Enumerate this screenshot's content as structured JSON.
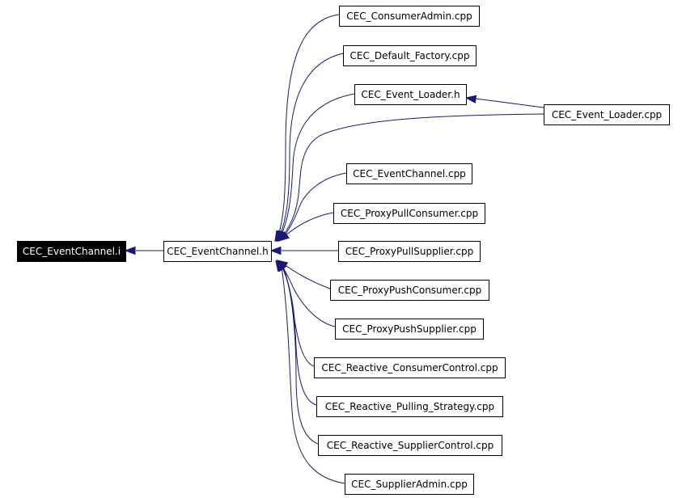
{
  "diagram": {
    "nodes": [
      {
        "id": "ei",
        "label": "CEC_EventChannel.i",
        "style": "filled"
      },
      {
        "id": "eh",
        "label": "CEC_EventChannel.h",
        "style": "normal"
      },
      {
        "id": "n1",
        "label": "CEC_ConsumerAdmin.cpp",
        "style": "normal"
      },
      {
        "id": "n2",
        "label": "CEC_Default_Factory.cpp",
        "style": "normal"
      },
      {
        "id": "n3",
        "label": "CEC_Event_Loader.h",
        "style": "normal"
      },
      {
        "id": "n4",
        "label": "CEC_Event_Loader.cpp",
        "style": "normal"
      },
      {
        "id": "n5",
        "label": "CEC_EventChannel.cpp",
        "style": "normal"
      },
      {
        "id": "n6",
        "label": "CEC_ProxyPullConsumer.cpp",
        "style": "normal"
      },
      {
        "id": "n7",
        "label": "CEC_ProxyPullSupplier.cpp",
        "style": "normal"
      },
      {
        "id": "n8",
        "label": "CEC_ProxyPushConsumer.cpp",
        "style": "normal"
      },
      {
        "id": "n9",
        "label": "CEC_ProxyPushSupplier.cpp",
        "style": "normal"
      },
      {
        "id": "n10",
        "label": "CEC_Reactive_ConsumerControl.cpp",
        "style": "normal"
      },
      {
        "id": "n11",
        "label": "CEC_Reactive_Pulling_Strategy.cpp",
        "style": "normal"
      },
      {
        "id": "n12",
        "label": "CEC_Reactive_SupplierControl.cpp",
        "style": "normal"
      },
      {
        "id": "n13",
        "label": "CEC_SupplierAdmin.cpp",
        "style": "normal"
      }
    ],
    "edges": [
      {
        "from": "eh",
        "to": "ei"
      },
      {
        "from": "n1",
        "to": "eh"
      },
      {
        "from": "n2",
        "to": "eh"
      },
      {
        "from": "n3",
        "to": "eh"
      },
      {
        "from": "n4",
        "to": "eh"
      },
      {
        "from": "n4",
        "to": "n3"
      },
      {
        "from": "n5",
        "to": "eh"
      },
      {
        "from": "n6",
        "to": "eh"
      },
      {
        "from": "n7",
        "to": "eh"
      },
      {
        "from": "n8",
        "to": "eh"
      },
      {
        "from": "n9",
        "to": "eh"
      },
      {
        "from": "n10",
        "to": "eh"
      },
      {
        "from": "n11",
        "to": "eh"
      },
      {
        "from": "n12",
        "to": "eh"
      },
      {
        "from": "n13",
        "to": "eh"
      }
    ],
    "colors": {
      "edge": "#191970",
      "node_border": "#000000",
      "root_fill": "#000000",
      "root_text": "#ffffff",
      "background": "#ffffff"
    }
  }
}
